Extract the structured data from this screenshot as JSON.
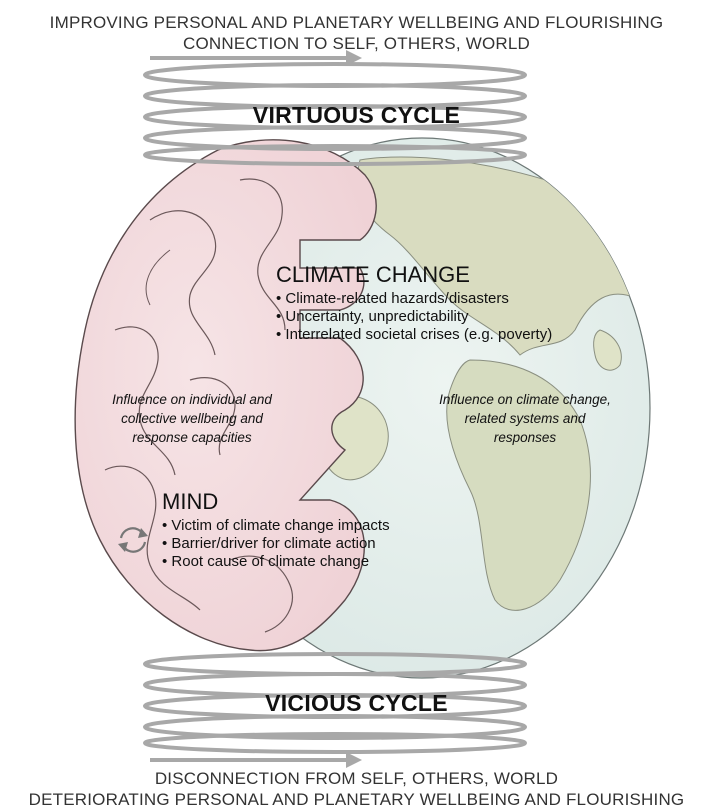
{
  "top_caption": {
    "line1": "IMPROVING PERSONAL AND PLANETARY WELLBEING AND FLOURISHING",
    "line2": "CONNECTION TO SELF, OTHERS, WORLD"
  },
  "bottom_caption": {
    "line1": "DISCONNECTION FROM SELF, OTHERS, WORLD",
    "line2": "DETERIORATING PERSONAL AND PLANETARY WELLBEING AND FLOURISHING"
  },
  "virtuous_cycle": {
    "label": "VIRTUOUS CYCLE"
  },
  "vicious_cycle": {
    "label": "VICIOUS CYCLE"
  },
  "climate_change": {
    "title": "CLIMATE CHANGE",
    "bullets": [
      "• Climate-related hazards/disasters",
      "• Uncertainty, unpredictability",
      "• Interrelated societal crises (e.g. poverty)"
    ]
  },
  "mind": {
    "title": "MIND",
    "bullets": [
      "• Victim of climate change impacts",
      "• Barrier/driver for climate action",
      "• Root cause of climate change"
    ]
  },
  "influence_left": {
    "lines": [
      "Influence on individual and",
      "collective wellbeing and",
      "response capacities"
    ]
  },
  "influence_right": {
    "lines": [
      "Influence on climate change,",
      "related systems and",
      "responses"
    ]
  },
  "colors": {
    "brain": "#f4dcdf",
    "brain_stroke": "#5a4a4c",
    "ocean": "#e3eeec",
    "land": "#d8dcbf",
    "spiral": "#a8a8a8"
  },
  "icons": {
    "mind_badge": "refresh-cycle-icon"
  }
}
